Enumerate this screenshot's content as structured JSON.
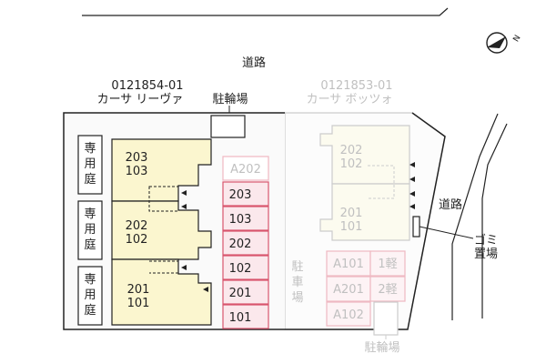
{
  "labels": {
    "road_top": "道路",
    "road_right": "道路",
    "bldg_left_code": "0121854-01",
    "bldg_left_name": "カーサ リーヴァ",
    "bike_top": "駐輪場",
    "bldg_right_code": "0121853-01",
    "bldg_right_name": "カーサ ボッツォ",
    "bike_bottom": "駐輪場",
    "parking_vertical": [
      "駐",
      "車",
      "場"
    ],
    "garden": [
      "専",
      "用",
      "庭"
    ],
    "trash_line1": "ゴミ",
    "trash_line2": "置場",
    "compass_letter": "N"
  },
  "left_units": [
    {
      "top": "203",
      "bottom": "103"
    },
    {
      "top": "202",
      "bottom": "102"
    },
    {
      "top": "201",
      "bottom": "101"
    }
  ],
  "right_units": [
    {
      "top": "202",
      "bottom": "102"
    },
    {
      "top": "201",
      "bottom": "101"
    }
  ],
  "parking_left": [
    "A202",
    "203",
    "103",
    "202",
    "102",
    "201",
    "101"
  ],
  "parking_right": [
    "A101",
    "1軽",
    "A201",
    "2軽",
    "A102"
  ],
  "colors": {
    "line": "#222222",
    "faded_line": "#cccccc",
    "faded_text": "#c0c0c0",
    "unit_fill": "#fbf6cf",
    "unit_fill_faded": "#fcfbef",
    "parking_fill": "#fbe8ec",
    "parking_stroke": "#d8556d",
    "parking_stroke_faded": "#efb8c2",
    "lot_fill": "#fafafa"
  }
}
